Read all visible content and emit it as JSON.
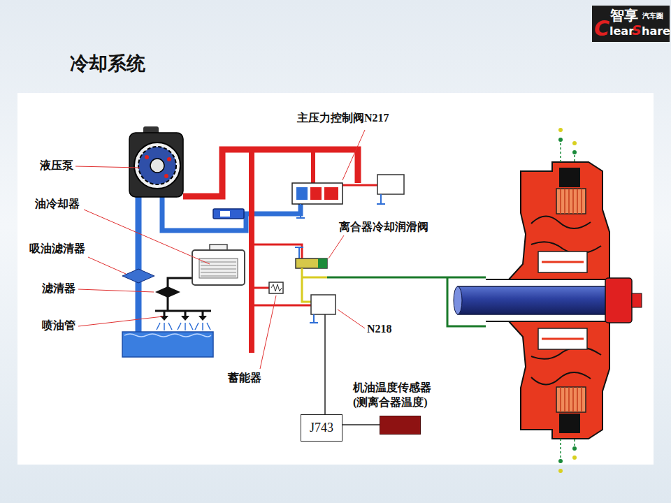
{
  "diagram": {
    "title": "冷却系统",
    "nodes": [
      {
        "text": [
          "机油温度传感器 (测离合器温度)"
        ]
      },
      {
        "text": [
          "J743"
        ]
      }
    ],
    "edges": [
      {
        "from": 1,
        "to": 0,
        "arrow": "none"
      }
    ],
    "labels": [
      "智享",
      "汽车圈",
      "C",
      "lear",
      "S",
      "hare",
      "液压泵",
      "油冷却器",
      "吸油滤清器",
      "滤清器",
      "喷油管",
      "主压力控制阀N217",
      "离合器冷却润滑阀",
      "N218",
      "蓄能器"
    ]
  }
}
